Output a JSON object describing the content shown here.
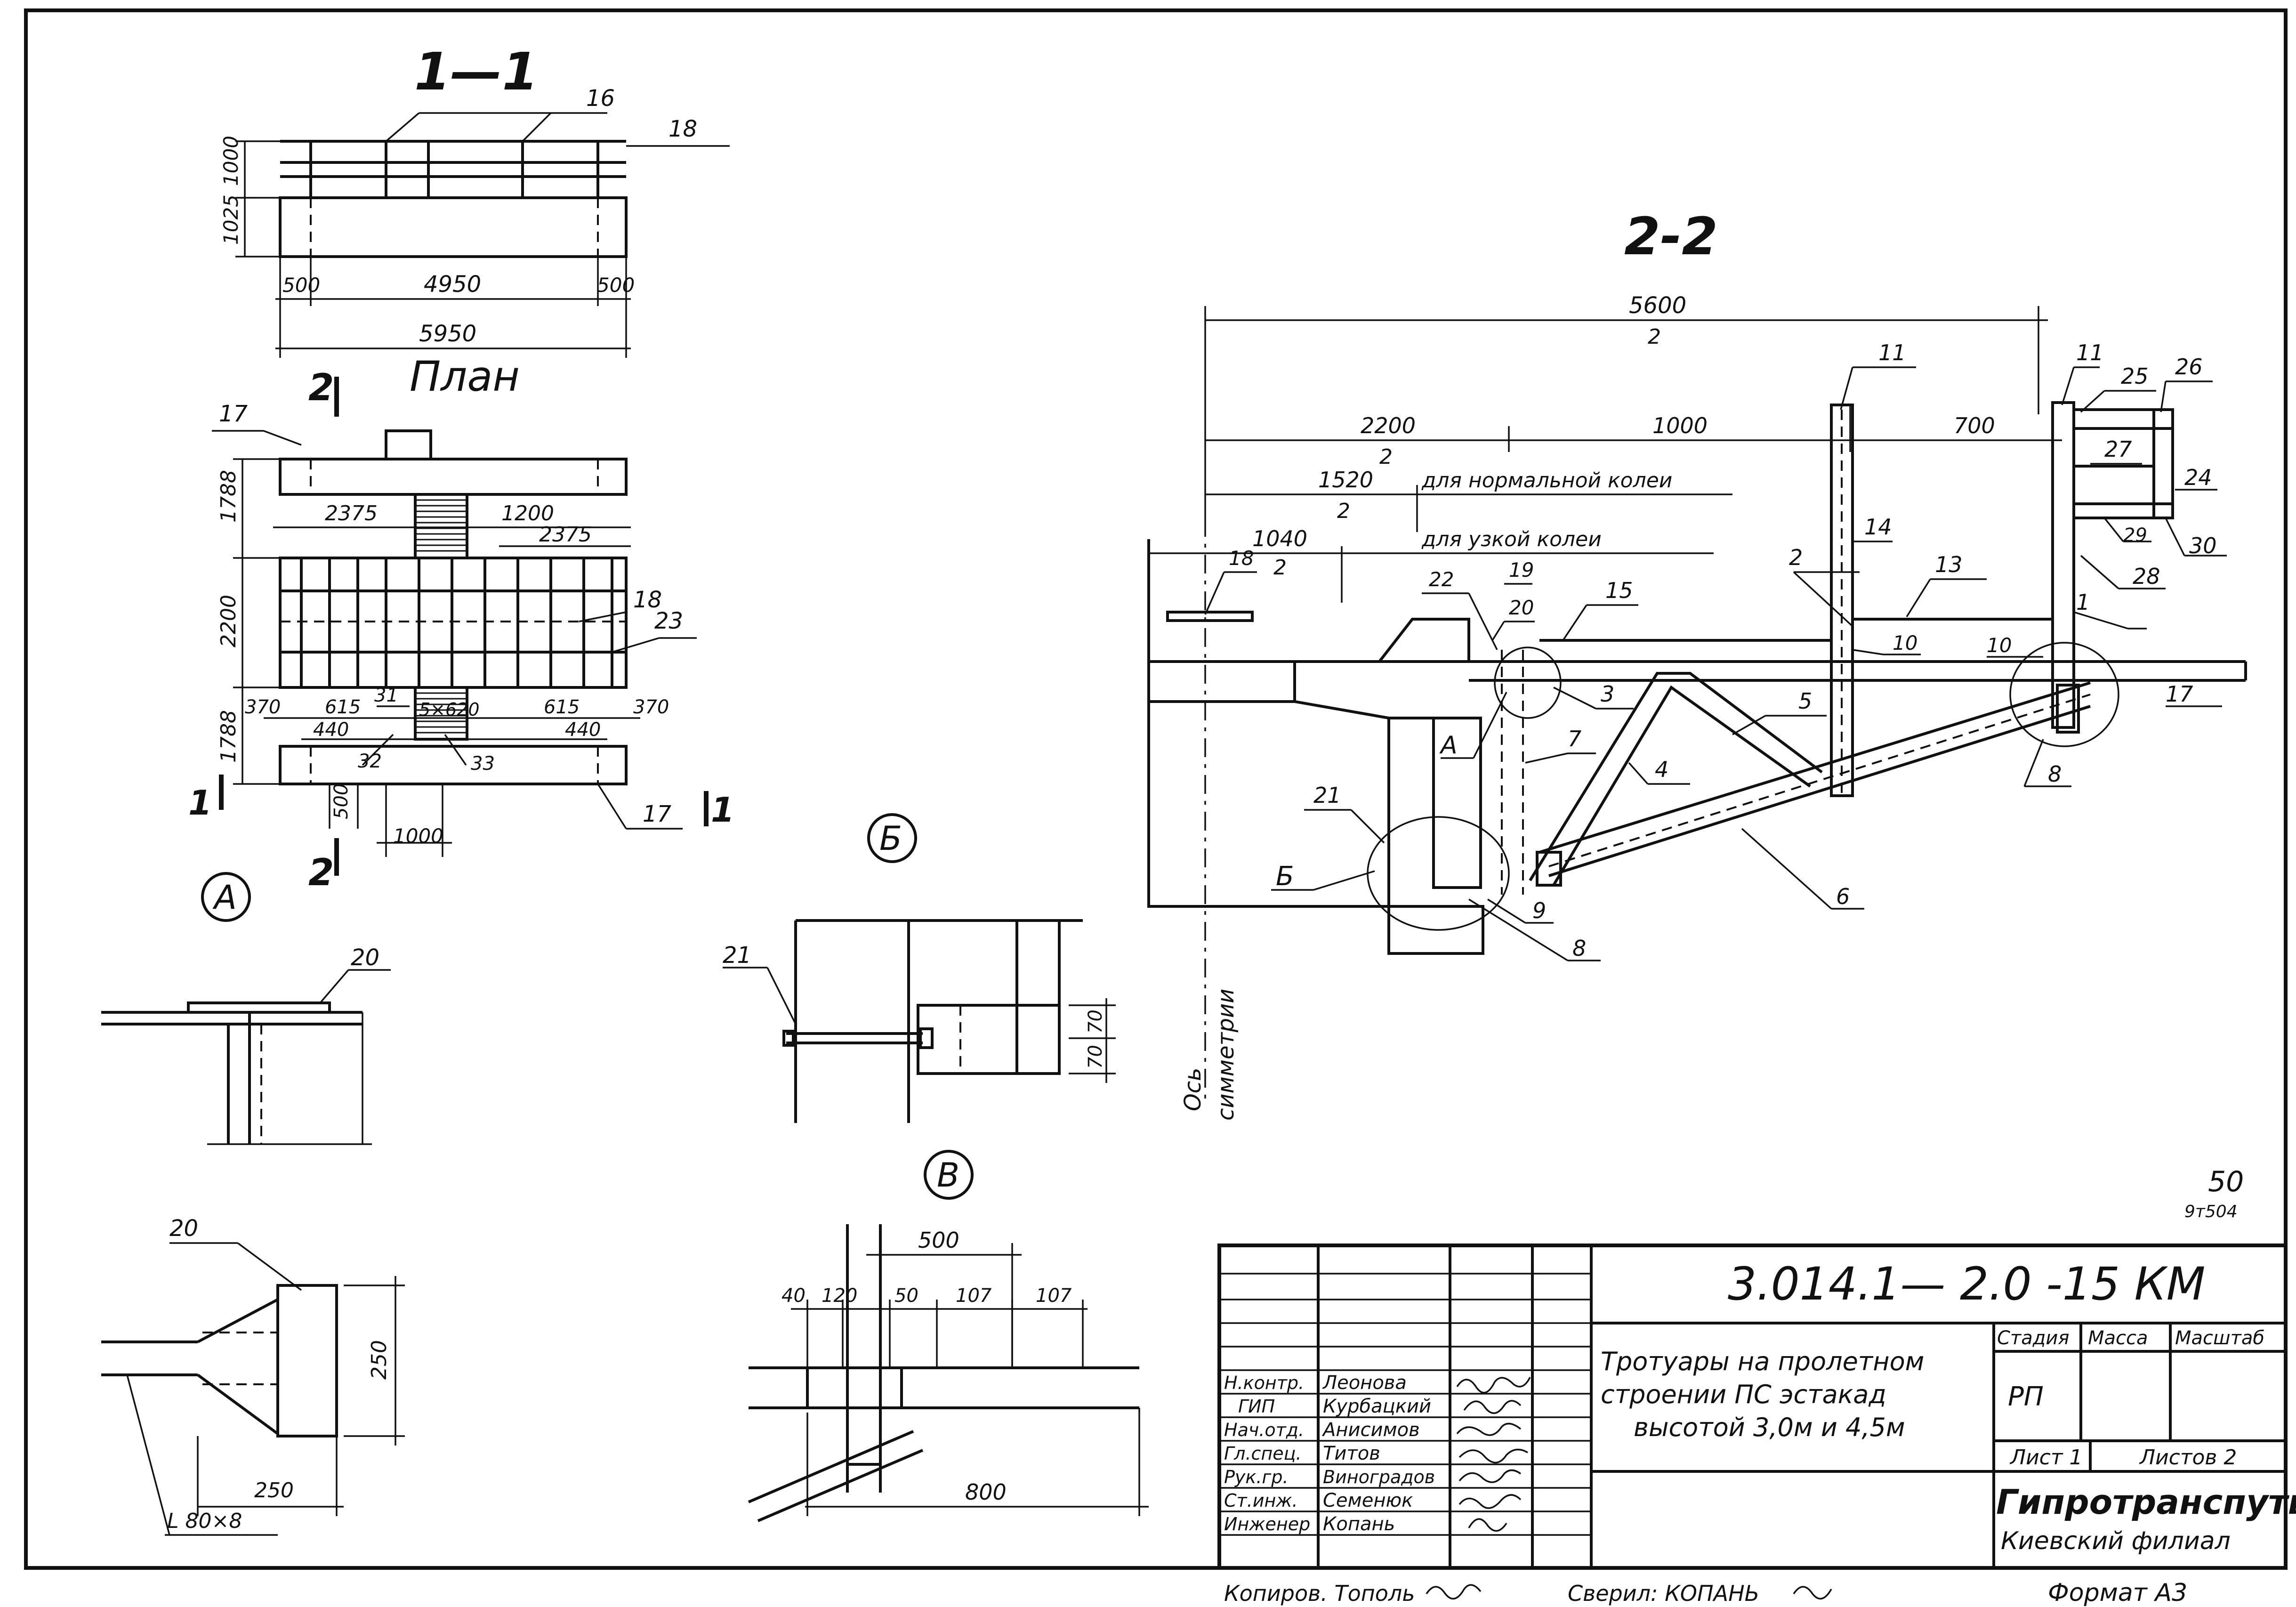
{
  "section_1_1": {
    "title": "1—1",
    "dims": [
      "1000",
      "1025",
      "500",
      "4950",
      "500",
      "5950"
    ],
    "callouts": [
      "16",
      "18"
    ]
  },
  "plan": {
    "title": "План",
    "section_mark": "2",
    "section_mark_b": "1",
    "dims": [
      "1788",
      "2200",
      "1788",
      "2375",
      "1200",
      "2375",
      "370",
      "615",
      "615",
      "370",
      "440",
      "440",
      "5×620",
      "500",
      "1000"
    ],
    "callouts": [
      "17",
      "18",
      "23",
      "31",
      "32",
      "33",
      "17"
    ]
  },
  "section_2_2": {
    "title": "2-2",
    "dim_5600": "5600",
    "dim_5600_sub": "2",
    "dim_2200": "2200",
    "dim_2200_sub": "2",
    "dim_1000": "1000",
    "dim_700": "700",
    "dim_1520": "1520",
    "dim_1520_sub": "2",
    "dim_1040": "1040",
    "dim_1040_sub": "2",
    "note_normal": "для нормальной колеи",
    "note_narrow": "для узкой колеи",
    "axis_note_1": "Ось",
    "axis_note_2": "симметрии",
    "node_a": "А",
    "node_b": "Б",
    "callouts": {
      "c1": "1",
      "c2": "2",
      "c3": "3",
      "c4": "4",
      "c5": "5",
      "c6": "6",
      "c7": "7",
      "c8a": "8",
      "c8b": "8",
      "c9": "9",
      "c10a": "10",
      "c10b": "10",
      "c11a": "11",
      "c11b": "11",
      "c13": "13",
      "c14": "14",
      "c15": "15",
      "c17": "17",
      "c18": "18",
      "c19": "19",
      "c20": "20",
      "c21": "21",
      "c22": "22",
      "c24": "24",
      "c25": "25",
      "c26": "26",
      "c27": "27",
      "c28": "28",
      "c29": "29",
      "c30": "30"
    }
  },
  "detail_a": {
    "label": "А",
    "callout": "20"
  },
  "detail_b": {
    "label": "Б",
    "callout": "21",
    "dims": [
      "70",
      "70"
    ]
  },
  "detail_v": {
    "label": "В",
    "dims": [
      "500",
      "40",
      "120",
      "50",
      "107",
      "107",
      "800"
    ]
  },
  "detail_section": {
    "callout": "20",
    "dims": [
      "250",
      "250"
    ],
    "angle": "L 80×8"
  },
  "sheet_number": "50",
  "sheet_mark": "9т504",
  "title_block": {
    "code": "3.014.1— 2.0 -15 КМ",
    "description_1": "Тротуары на пролетном",
    "description_2": "строении ПС эстакад",
    "description_3": "высотой 3,0м и 4,5м",
    "stage_header": "Стадия",
    "mass_header": "Масса",
    "scale_header": "Масштаб",
    "stage_value": "РП",
    "sheet_label": "Лист 1",
    "sheets_label": "Листов 2",
    "org_name": "Гипротранспуть",
    "org_branch": "Киевский филиал",
    "signatures": [
      {
        "role": "Н.контр.",
        "name": "Леонова"
      },
      {
        "role": "ГИП",
        "name": "Курбацкий"
      },
      {
        "role": "Нач.отд.",
        "name": "Анисимов"
      },
      {
        "role": "Гл.спец.",
        "name": "Титов"
      },
      {
        "role": "Рук.гр.",
        "name": "Виноградов"
      },
      {
        "role": "Ст.инж.",
        "name": "Семенюк"
      },
      {
        "role": "Инженер",
        "name": "Копань"
      }
    ]
  },
  "footer": {
    "copied": "Копиров. Тополь",
    "checked": "Сверил: КОПАНЬ",
    "format": "Формат А3"
  }
}
